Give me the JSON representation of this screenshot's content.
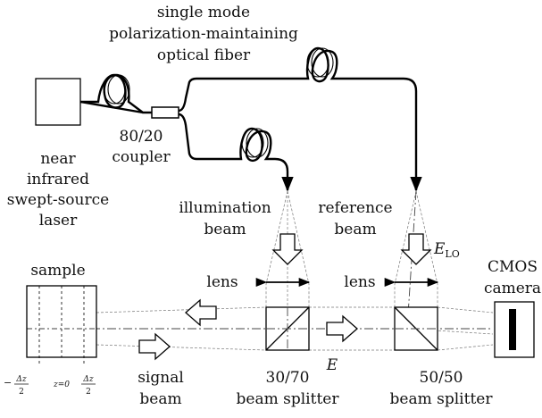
{
  "labels": {
    "fiber_line1": "single mode",
    "fiber_line2": "polarization-maintaining",
    "fiber_line3": "optical fiber",
    "coupler": [
      "80/20",
      "coupler"
    ],
    "laser": [
      "near",
      "infrared",
      "swept-source",
      "laser"
    ],
    "illumination": [
      "illumination",
      "beam"
    ],
    "reference": [
      "reference",
      "beam"
    ],
    "elo_main": "E",
    "elo_sub": "LO",
    "camera": [
      "CMOS",
      "camera"
    ],
    "lens_left": "lens",
    "lens_right": "lens",
    "sample": "sample",
    "signal": [
      "signal",
      "beam"
    ],
    "e_field": "E",
    "bs_left": [
      "30/70",
      "beam splitter"
    ],
    "bs_right": [
      "50/50",
      "beam splitter"
    ],
    "z_minus": "−",
    "dz": "Δz",
    "two": "2",
    "z0": "z=0"
  }
}
